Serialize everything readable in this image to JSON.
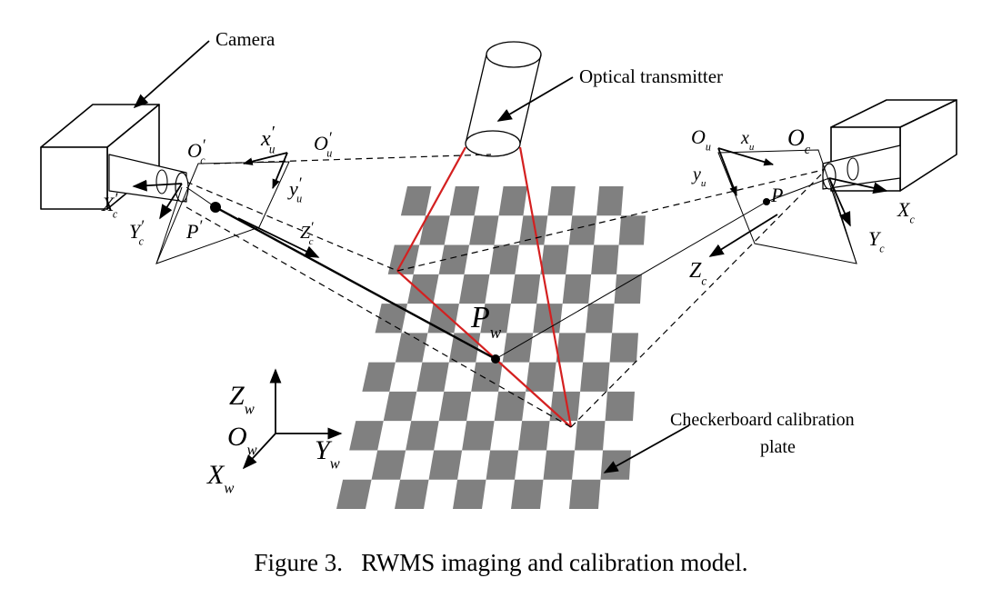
{
  "labels": {
    "camera": "Camera",
    "optical_transmitter": "Optical transmitter",
    "checkerboard_line1": "Checkerboard calibration",
    "checkerboard_line2": "plate"
  },
  "symbols": {
    "left_cam_origin": {
      "base": "O",
      "prime": "′",
      "sub": "c"
    },
    "left_img_origin": {
      "base": "O",
      "prime": "′",
      "sub": "u"
    },
    "left_img_x": {
      "base": "x",
      "prime": "′",
      "sub": "u"
    },
    "left_img_y": {
      "base": "y",
      "prime": "′",
      "sub": "u"
    },
    "left_cam_x": {
      "base": "X",
      "prime": "′",
      "sub": "c"
    },
    "left_cam_y": {
      "base": "Y",
      "prime": "′",
      "sub": "c"
    },
    "left_cam_z": {
      "base": "Z",
      "prime": "′",
      "sub": "c"
    },
    "left_point": {
      "base": "P",
      "prime": "′",
      "sub": ""
    },
    "right_img_origin": {
      "base": "O",
      "prime": "",
      "sub": "u"
    },
    "right_img_x": {
      "base": "x",
      "prime": "",
      "sub": "u"
    },
    "right_img_y": {
      "base": "y",
      "prime": "",
      "sub": "u"
    },
    "right_cam_origin": {
      "base": "O",
      "prime": "",
      "sub": "c"
    },
    "right_point": {
      "base": "P",
      "prime": "",
      "sub": ""
    },
    "right_cam_x": {
      "base": "X",
      "prime": "",
      "sub": "c"
    },
    "right_cam_y": {
      "base": "Y",
      "prime": "",
      "sub": "c"
    },
    "right_cam_z": {
      "base": "Z",
      "prime": "",
      "sub": "c"
    },
    "world_point": {
      "base": "P",
      "prime": "",
      "sub": "w"
    },
    "world_z": {
      "base": "Z",
      "prime": "",
      "sub": "w"
    },
    "world_origin": {
      "base": "O",
      "prime": "",
      "sub": "w"
    },
    "world_y": {
      "base": "Y",
      "prime": "",
      "sub": "w"
    },
    "world_x": {
      "base": "X",
      "prime": "",
      "sub": "w"
    }
  },
  "caption": {
    "number": "Figure 3.",
    "text": "RWMS imaging and calibration model."
  },
  "colors": {
    "ink": "#000000",
    "square": "#808080",
    "laser": "#d42020"
  }
}
